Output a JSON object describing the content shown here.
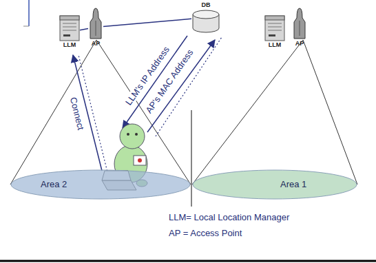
{
  "diagram": {
    "nodes": [
      {
        "text": [
          "LLM"
        ]
      },
      {
        "text": [
          "AP"
        ]
      },
      {
        "text": [
          "DB"
        ]
      },
      {
        "text": [
          "LLM"
        ]
      },
      {
        "text": [
          "AP"
        ]
      },
      {
        "text": [
          "Area 2"
        ]
      },
      {
        "text": [
          "Area 1"
        ]
      }
    ],
    "edges": [
      {
        "from": 0,
        "to": 1,
        "arrow": "none"
      },
      {
        "from": 1,
        "to": 2,
        "arrow": "none"
      }
    ],
    "labels": [
      "Connect",
      "LLM's IP Address",
      "AP's MAC Address",
      "LLM= Local Location Manager",
      "AP = Access Point"
    ]
  }
}
